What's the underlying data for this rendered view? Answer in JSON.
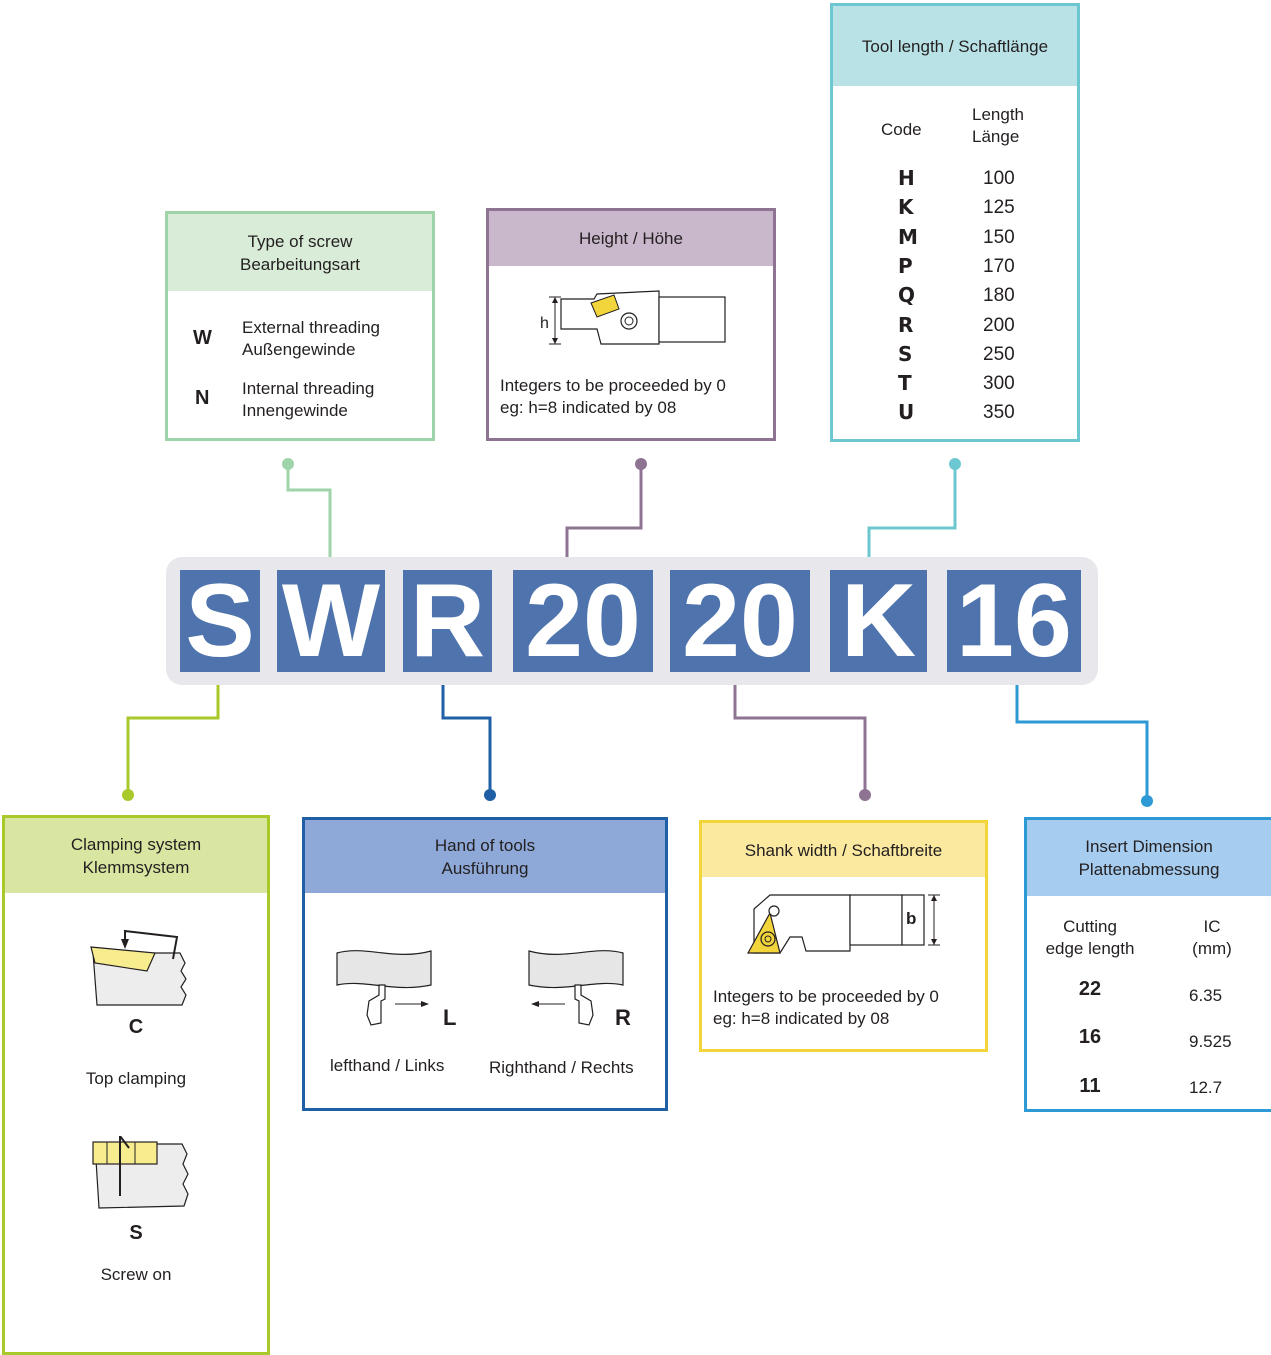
{
  "code_letters": [
    "S",
    "W",
    "R",
    "20",
    "20",
    "K",
    "16"
  ],
  "screw_type": {
    "title1": "Type of screw",
    "title2": "Bearbeitungsart",
    "rows": [
      {
        "code": "W",
        "en": "External threading",
        "de": "Außengewinde"
      },
      {
        "code": "N",
        "en": "Internal threading",
        "de": "Innengewinde"
      }
    ]
  },
  "height": {
    "title": "Height / Höhe",
    "dim_label": "h",
    "note1": "Integers to be proceeded by 0",
    "note2": "eg: h=8 indicated by 08"
  },
  "tool_length": {
    "title": "Tool length / Schaftlänge",
    "col_code": "Code",
    "col_length1": "Length",
    "col_length2": "Länge",
    "rows": [
      {
        "code": "H",
        "length": "100"
      },
      {
        "code": "K",
        "length": "125"
      },
      {
        "code": "M",
        "length": "150"
      },
      {
        "code": "P",
        "length": "170"
      },
      {
        "code": "Q",
        "length": "180"
      },
      {
        "code": "R",
        "length": "200"
      },
      {
        "code": "S",
        "length": "250"
      },
      {
        "code": "T",
        "length": "300"
      },
      {
        "code": "U",
        "length": "350"
      }
    ]
  },
  "clamping": {
    "title1": "Clamping system",
    "title2": "Klemmsystem",
    "items": [
      {
        "code": "C",
        "label": "Top clamping"
      },
      {
        "code": "S",
        "label": "Screw on"
      }
    ]
  },
  "hand": {
    "title1": "Hand of tools",
    "title2": "Ausführung",
    "left_code": "L",
    "right_code": "R",
    "left_label": "lefthand / Links",
    "right_label": "Righthand / Rechts"
  },
  "shank_width": {
    "title": "Shank width / Schaftbreite",
    "dim_label": "b",
    "note1": "Integers to be proceeded by 0",
    "note2": "eg: h=8 indicated by 08"
  },
  "insert_dim": {
    "title1": "Insert Dimension",
    "title2": "Plattenabmessung",
    "col1_a": "Cutting",
    "col1_b": "edge length",
    "col2_a": "IC",
    "col2_b": "(mm)",
    "rows": [
      {
        "length": "22",
        "ic": "6.35"
      },
      {
        "length": "16",
        "ic": "9.525"
      },
      {
        "length": "11",
        "ic": "12.7"
      }
    ]
  },
  "colors": {
    "green_light": "#9fd3a9",
    "green_header": "#d8ecd8",
    "purple": "#8e7392",
    "purple_header": "#c9b7cb",
    "teal": "#6cc7d0",
    "teal_header": "#b8e2e6",
    "lime": "#a9c92b",
    "lime_header": "#d8e6a1",
    "blue": "#1e5fa6",
    "blue_header": "#8ea9d8",
    "yellow": "#f2d53b",
    "yellow_header": "#fbe9a0",
    "sky": "#2d9ad6",
    "sky_header": "#a6cdef",
    "code_bg": "#4f74ad",
    "band": "#e8e8ec"
  }
}
